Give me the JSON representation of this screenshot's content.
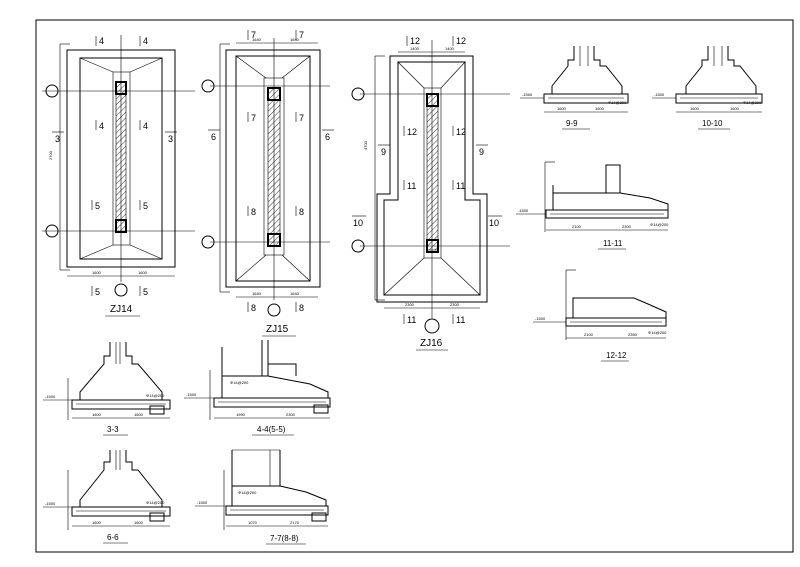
{
  "plans": [
    {
      "id": "zj14",
      "title": "ZJ14",
      "cut_a": "4",
      "cut_b": "5",
      "cut_c": "3",
      "dims_bottom": [
        "1600",
        "1600"
      ],
      "dim_side": "2700"
    },
    {
      "id": "zj15",
      "title": "ZJ15",
      "cut_a": "7",
      "cut_b": "8",
      "cut_c": "6",
      "dims_bottom": [
        "1640",
        "1640"
      ],
      "dims_top": [
        "1640",
        "1640"
      ]
    },
    {
      "id": "zj16",
      "title": "ZJ16",
      "cut_a": "12",
      "cut_b": "11",
      "cut_c": "9",
      "cut_d": "10",
      "dims_bottom": [
        "2300",
        "2300"
      ],
      "dims_top": [
        "1400",
        "1400"
      ],
      "dim_side": "4700"
    }
  ],
  "sections": [
    {
      "id": "s3",
      "title": "3-3",
      "elev": "-1500",
      "dims": [
        "1600",
        "1600"
      ]
    },
    {
      "id": "s44",
      "title": "4-4(5-5)",
      "elev": "-1500",
      "dims": [
        "1990",
        "2300"
      ]
    },
    {
      "id": "s6",
      "title": "6-6",
      "elev": "-1500",
      "dims": [
        "1600",
        "1600"
      ]
    },
    {
      "id": "s77",
      "title": "7-7(8-8)",
      "elev": "-1500",
      "dims": [
        "1070",
        "2170"
      ]
    },
    {
      "id": "s9",
      "title": "9-9",
      "elev": "-1500",
      "dims": [
        "1600",
        "1600"
      ]
    },
    {
      "id": "s10",
      "title": "10-10",
      "elev": "-1500",
      "dims": [
        "1600",
        "1600"
      ]
    },
    {
      "id": "s11",
      "title": "11-11",
      "elev": "-1500",
      "dims": [
        "2100",
        "2300"
      ]
    },
    {
      "id": "s12",
      "title": "12-12",
      "elev": "-1500",
      "dims": [
        "2100",
        "2350"
      ]
    }
  ],
  "rebar_note": "Φ14@200"
}
